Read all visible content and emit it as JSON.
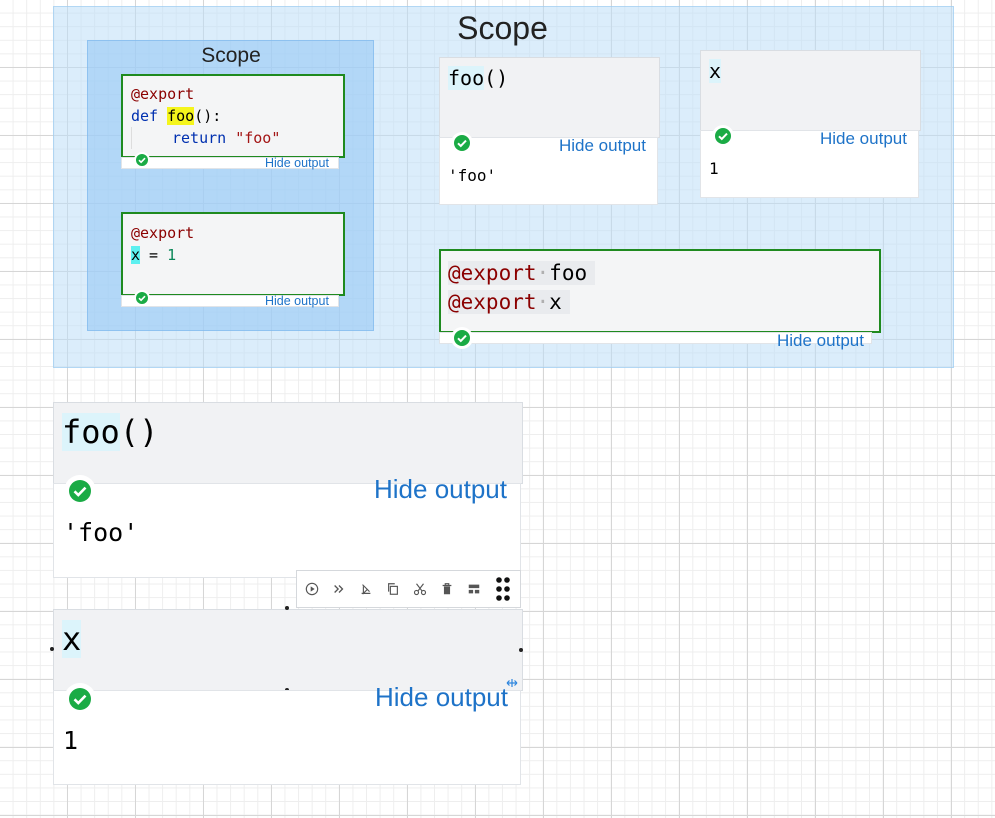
{
  "scopes": {
    "outer_title": "Scope",
    "inner_title": "Scope"
  },
  "cells": {
    "def_foo": {
      "decorator": "@export",
      "def_kw": "def",
      "func_name": "foo",
      "signature_rest": "():",
      "return_kw": "return",
      "return_value": "\"foo\"",
      "hide_output": "Hide output"
    },
    "export_x": {
      "decorator": "@export",
      "var": "x",
      "assign": " = ",
      "value": "1",
      "hide_output": "Hide output"
    },
    "call_foo_small": {
      "code_name": "foo",
      "code_rest": "()",
      "hide_output": "Hide output",
      "output": "'foo'"
    },
    "x_small": {
      "code": "x",
      "hide_output": "Hide output",
      "output": "1"
    },
    "exports": {
      "line1_decorator": "@export",
      "line1_name": "foo",
      "line2_decorator": "@export",
      "line2_name": "x",
      "hide_output": "Hide output"
    },
    "call_foo_large": {
      "code_name": "foo",
      "code_rest": "()",
      "hide_output": "Hide output",
      "output": "'foo'"
    },
    "x_large": {
      "code": "x",
      "hide_output": "Hide output",
      "output": "1"
    }
  },
  "toolbar": {
    "icons": [
      "run-icon",
      "run-below-icon",
      "clear-icon",
      "copy-icon",
      "cut-icon",
      "delete-icon",
      "split-icon",
      "drag-handle-icon"
    ]
  },
  "colors": {
    "accent_green": "#1f8a1f",
    "link_blue": "#1e73c8",
    "success_green": "#1aab45"
  }
}
